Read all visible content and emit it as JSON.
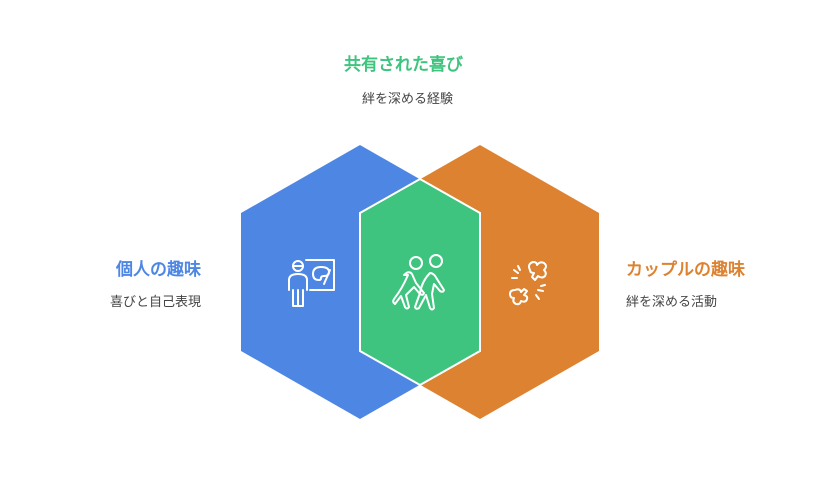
{
  "top": {
    "title": "共有された喜び",
    "subtitle": "絆を深める経験"
  },
  "left": {
    "title": "個人の趣味",
    "subtitle": "喜びと自己表現"
  },
  "right": {
    "title": "カップルの趣味",
    "subtitle": "絆を深める活動"
  },
  "colors": {
    "blue": "#4E86E4",
    "green": "#3EC47F",
    "orange": "#DD8230"
  },
  "icons": {
    "left": "artist-palette-icon",
    "center": "walking-couple-icon",
    "right": "broken-bone-icon"
  }
}
